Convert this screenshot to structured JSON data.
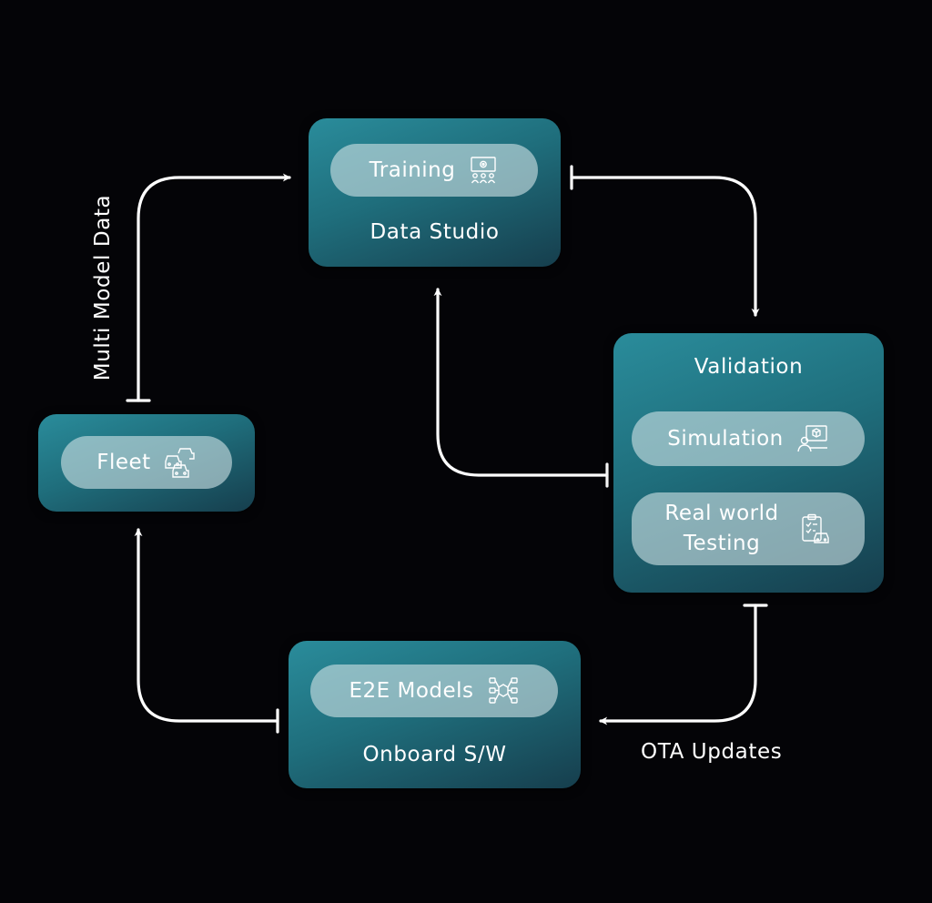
{
  "nodes": {
    "data_studio": {
      "pill_label": "Training",
      "caption": "Data Studio",
      "icon": "training-presentation-icon"
    },
    "validation": {
      "caption": "Validation",
      "pills": [
        {
          "label": "Simulation",
          "icon": "simulation-workstation-icon"
        },
        {
          "label_line1": "Real world",
          "label_line2": "Testing",
          "icon": "real-world-testing-checklist-icon"
        }
      ]
    },
    "onboard": {
      "pill_label": "E2E Models",
      "caption": "Onboard S/W",
      "icon": "neural-network-icon"
    },
    "fleet": {
      "pill_label": "Fleet",
      "icon": "fleet-cars-icon"
    }
  },
  "edges": {
    "fleet_to_studio": "Multi Model Data",
    "validation_to_onboard": "OTA Updates"
  },
  "colors": {
    "background": "#040407",
    "box_gradient_start": "#2a8c9b",
    "box_gradient_end": "#163e4d",
    "arrow": "#ffffff"
  }
}
